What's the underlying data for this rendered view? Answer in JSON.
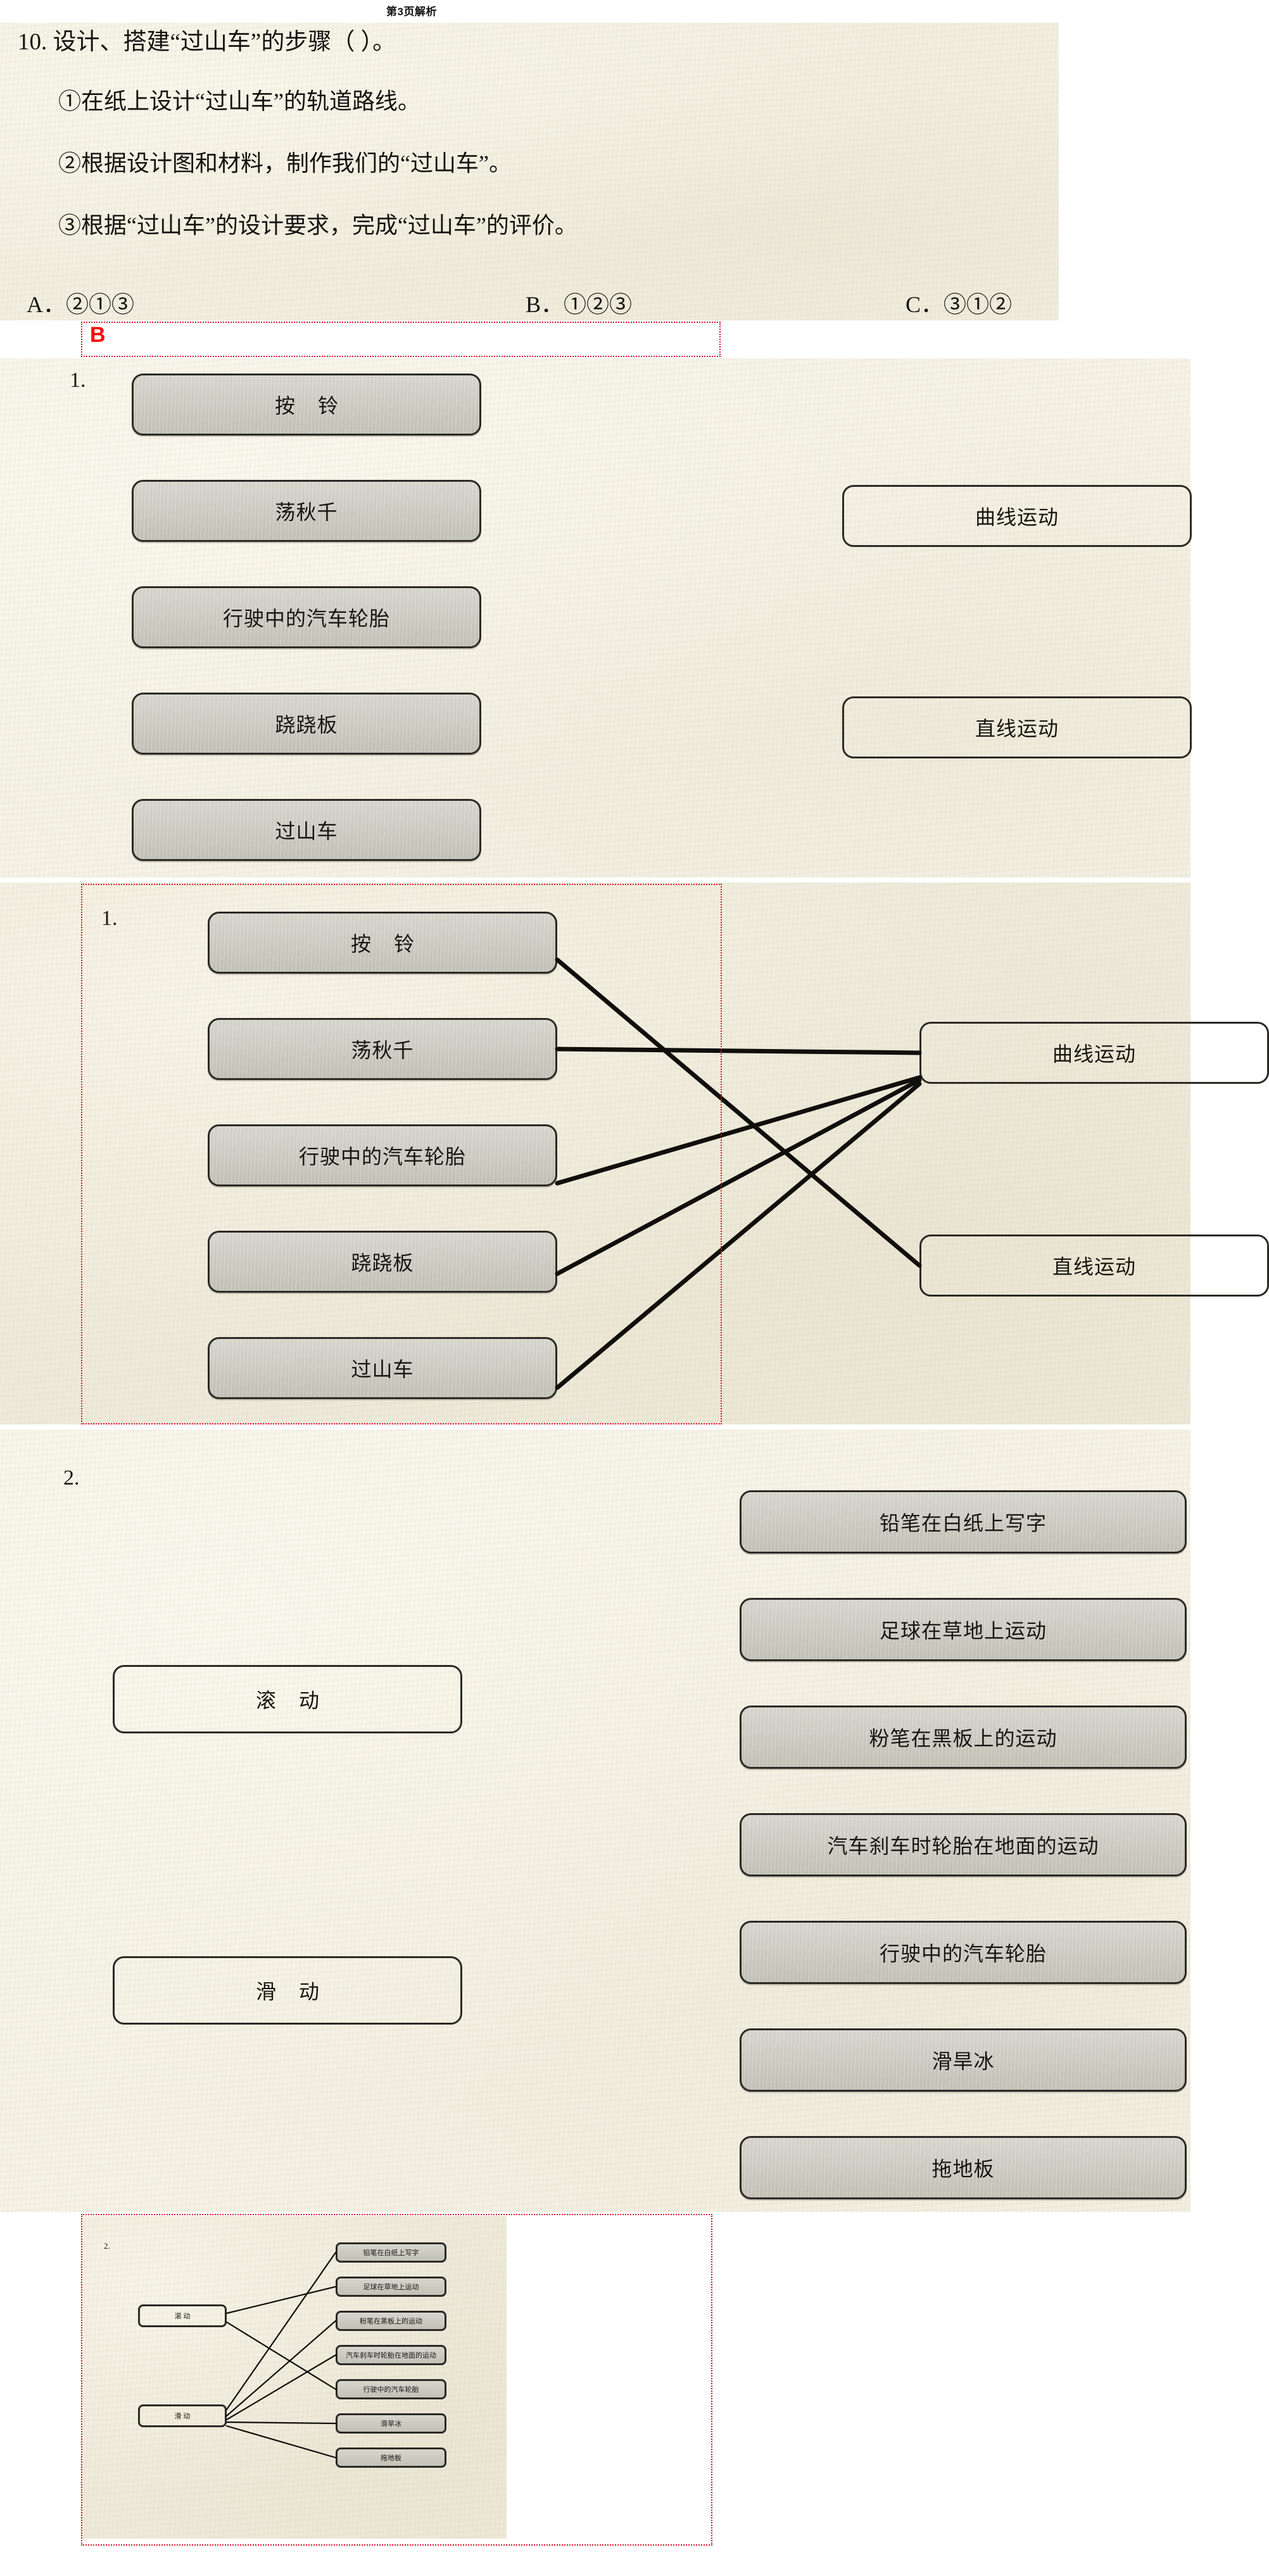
{
  "header": {
    "title": "第3页解析"
  },
  "question": {
    "number": "10.",
    "stem": "10. 设计、搭建“过山车”的步骤（        ）。",
    "items": [
      "①在纸上设计“过山车”的轨道路线。",
      "②根据设计图和材料，制作我们的“过山车”。",
      "③根据“过山车”的设计要求，完成“过山车”的评价。"
    ],
    "options": [
      {
        "key": "A.",
        "text": "A．②①③"
      },
      {
        "key": "B.",
        "text": "B．①②③"
      },
      {
        "key": "C.",
        "text": "C．③①②"
      }
    ],
    "answer": "B"
  },
  "exercise1": {
    "number": "1.",
    "left_items": [
      "按  铃",
      "荡秋千",
      "行驶中的汽车轮胎",
      "跷跷板",
      "过山车"
    ],
    "right_items": [
      "曲线运动",
      "直线运动"
    ],
    "connections": [
      {
        "from": 0,
        "to": 1
      },
      {
        "from": 1,
        "to": 0
      },
      {
        "from": 2,
        "to": 0
      },
      {
        "from": 3,
        "to": 0
      },
      {
        "from": 4,
        "to": 0
      }
    ]
  },
  "exercise2": {
    "number": "2.",
    "left_items": [
      "滚  动",
      "滑  动"
    ],
    "right_items": [
      "铅笔在白纸上写字",
      "足球在草地上运动",
      "粉笔在黑板上的运动",
      "汽车刹车时轮胎在地面的运动",
      "行驶中的汽车轮胎",
      "滑旱冰",
      "拖地板"
    ],
    "connections": [
      {
        "from": 0,
        "to": 1
      },
      {
        "from": 0,
        "to": 4
      },
      {
        "from": 1,
        "to": 0
      },
      {
        "from": 1,
        "to": 2
      },
      {
        "from": 1,
        "to": 3
      },
      {
        "from": 1,
        "to": 5
      },
      {
        "from": 1,
        "to": 6
      }
    ]
  },
  "colors": {
    "paper": "#f3f0e2",
    "box_fill": "#cdcdc2",
    "box_border": "#2b2a26",
    "answer_red": "#d8112c",
    "ink": "#15130f"
  }
}
